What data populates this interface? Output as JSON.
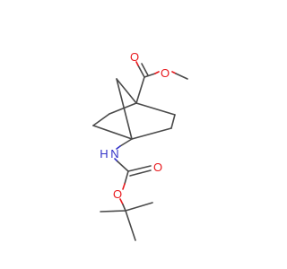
{
  "molecule": {
    "atom_labels": {
      "carbonyl_oxygen_top": "O",
      "ester_oxygen": "O",
      "amine": "H N",
      "carbamate_carbonyl_oxygen": "O",
      "carbamate_ether_oxygen": "O"
    }
  },
  "colors": {
    "bond": "#4a4a4a",
    "oxygen": "#e8191d",
    "nitrogen": "#3232c8",
    "background": "#ffffff"
  }
}
